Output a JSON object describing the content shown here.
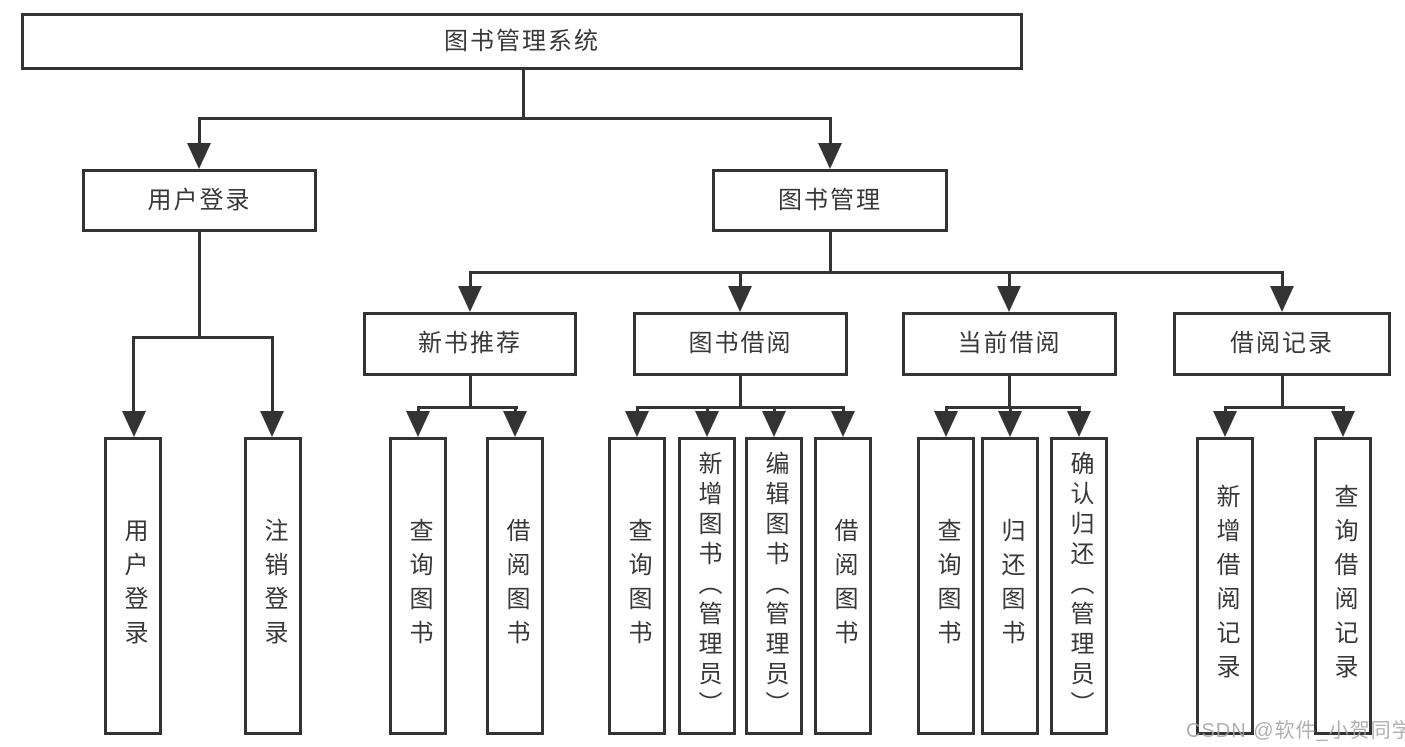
{
  "diagram": {
    "root": {
      "label": "图书管理系统"
    },
    "level2": [
      {
        "label": "用户登录",
        "children": [
          {
            "label": "用户登录"
          },
          {
            "label": "注销登录"
          }
        ]
      },
      {
        "label": "图书管理",
        "children": [
          {
            "label": "新书推荐",
            "children": [
              {
                "label": "查询图书"
              },
              {
                "label": "借阅图书"
              }
            ]
          },
          {
            "label": "图书借阅",
            "children": [
              {
                "label": "查询图书"
              },
              {
                "label": "新增图书（管理员）"
              },
              {
                "label": "编辑图书（管理员）"
              },
              {
                "label": "借阅图书"
              }
            ]
          },
          {
            "label": "当前借阅",
            "children": [
              {
                "label": "查询图书"
              },
              {
                "label": "归还图书"
              },
              {
                "label": "确认归还（管理员）"
              }
            ]
          },
          {
            "label": "借阅记录",
            "children": [
              {
                "label": "新增借阅记录"
              },
              {
                "label": "查询借阅记录"
              }
            ]
          }
        ]
      }
    ]
  },
  "watermark": {
    "text": "CSDN @软件_小贺同学"
  },
  "colors": {
    "line": "#333333",
    "text": "#383838",
    "watermark": "#a3a3a3",
    "background": "#ffffff"
  }
}
